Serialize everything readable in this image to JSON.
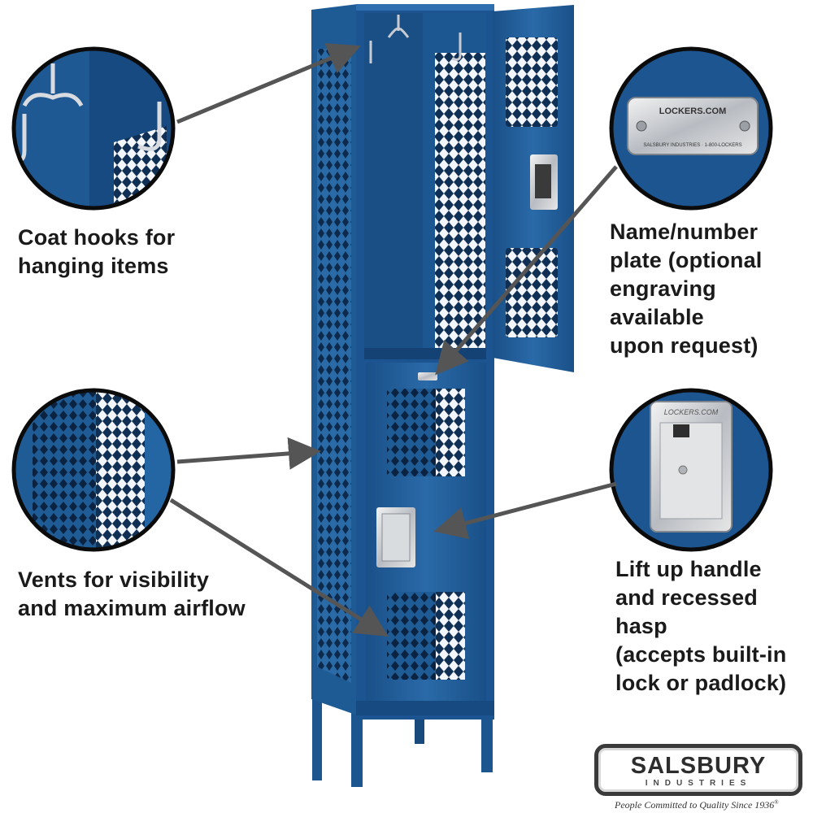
{
  "captions": {
    "hooks": [
      "Coat hooks for",
      "hanging items"
    ],
    "vents": [
      "Vents for visibility",
      "and maximum airflow"
    ],
    "plate": [
      "Name/number",
      "plate (optional",
      "engraving available",
      "upon request)"
    ],
    "handle": [
      "Lift up handle",
      "and recessed hasp",
      "(accepts built-in",
      "lock or padlock)"
    ]
  },
  "plate_label": {
    "top": "LOCKERS.COM",
    "bottom": "SALSBURY INDUSTRIES · 1-800-LOCKERS"
  },
  "handle_label": "LOCKERS.COM",
  "brand": {
    "name": "SALSBURY",
    "sub": "INDUSTRIES",
    "tagline": "People Committed to Quality Since 1936",
    "registered": "®"
  },
  "colors": {
    "locker_blue": "#1f5c96",
    "locker_dark": "#123e6b",
    "locker_light": "#3d7bb8",
    "arrow": "#555555"
  }
}
